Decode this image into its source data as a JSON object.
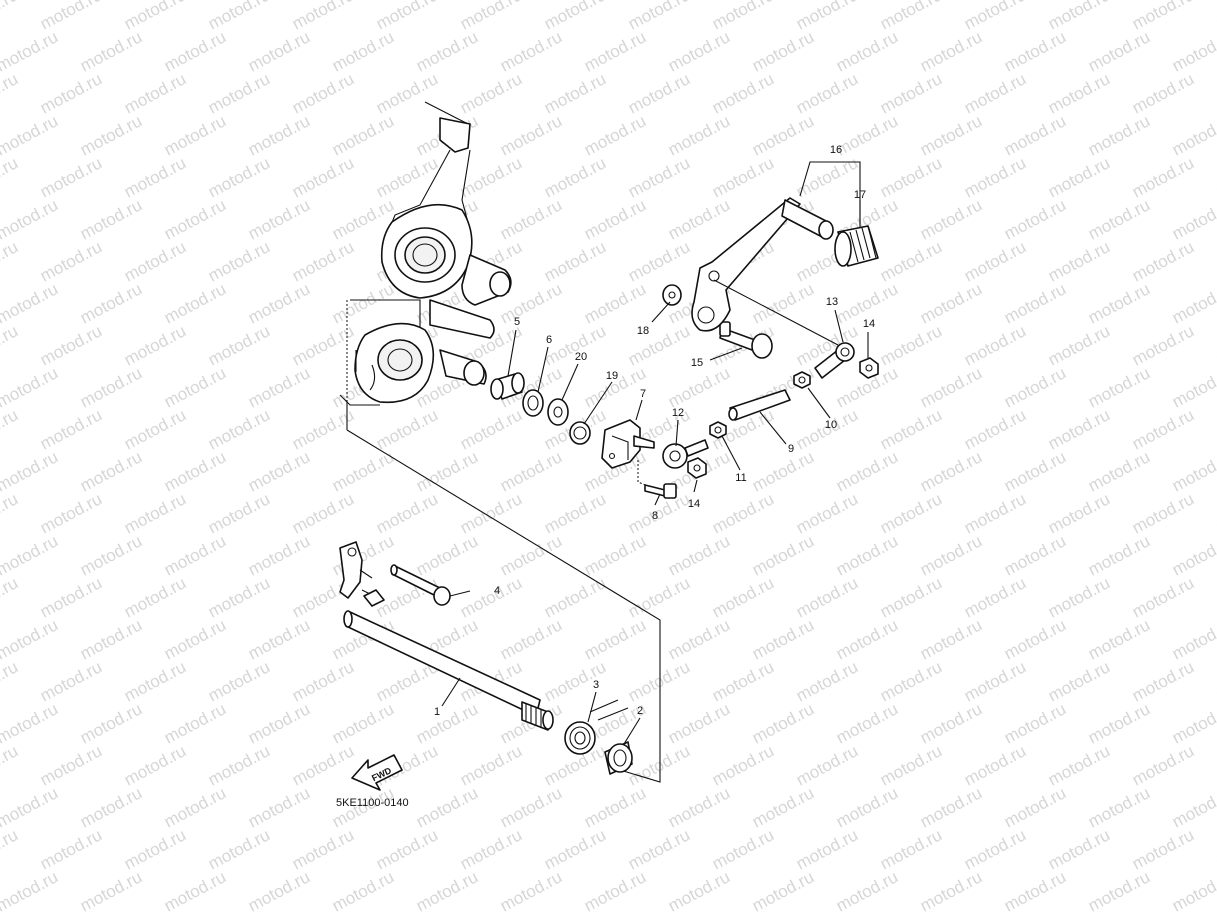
{
  "watermark": {
    "text": "motod.ru",
    "color": "#d6d6d6"
  },
  "diagram": {
    "part_code": "5KE1100-0140",
    "fwd_label": "FWD",
    "callouts": [
      {
        "id": "c1",
        "number": "1"
      },
      {
        "id": "c2",
        "number": "2"
      },
      {
        "id": "c3",
        "number": "3"
      },
      {
        "id": "c4",
        "number": "4"
      },
      {
        "id": "c5",
        "number": "5"
      },
      {
        "id": "c6",
        "number": "6"
      },
      {
        "id": "c7",
        "number": "7"
      },
      {
        "id": "c8",
        "number": "8"
      },
      {
        "id": "c9",
        "number": "9"
      },
      {
        "id": "c10",
        "number": "10"
      },
      {
        "id": "c11",
        "number": "11"
      },
      {
        "id": "c12",
        "number": "12"
      },
      {
        "id": "c13",
        "number": "13"
      },
      {
        "id": "c14a",
        "number": "14"
      },
      {
        "id": "c14b",
        "number": "14"
      },
      {
        "id": "c15",
        "number": "15"
      },
      {
        "id": "c16",
        "number": "16"
      },
      {
        "id": "c17",
        "number": "17"
      },
      {
        "id": "c18",
        "number": "18"
      },
      {
        "id": "c19",
        "number": "19"
      },
      {
        "id": "c20",
        "number": "20"
      }
    ]
  }
}
